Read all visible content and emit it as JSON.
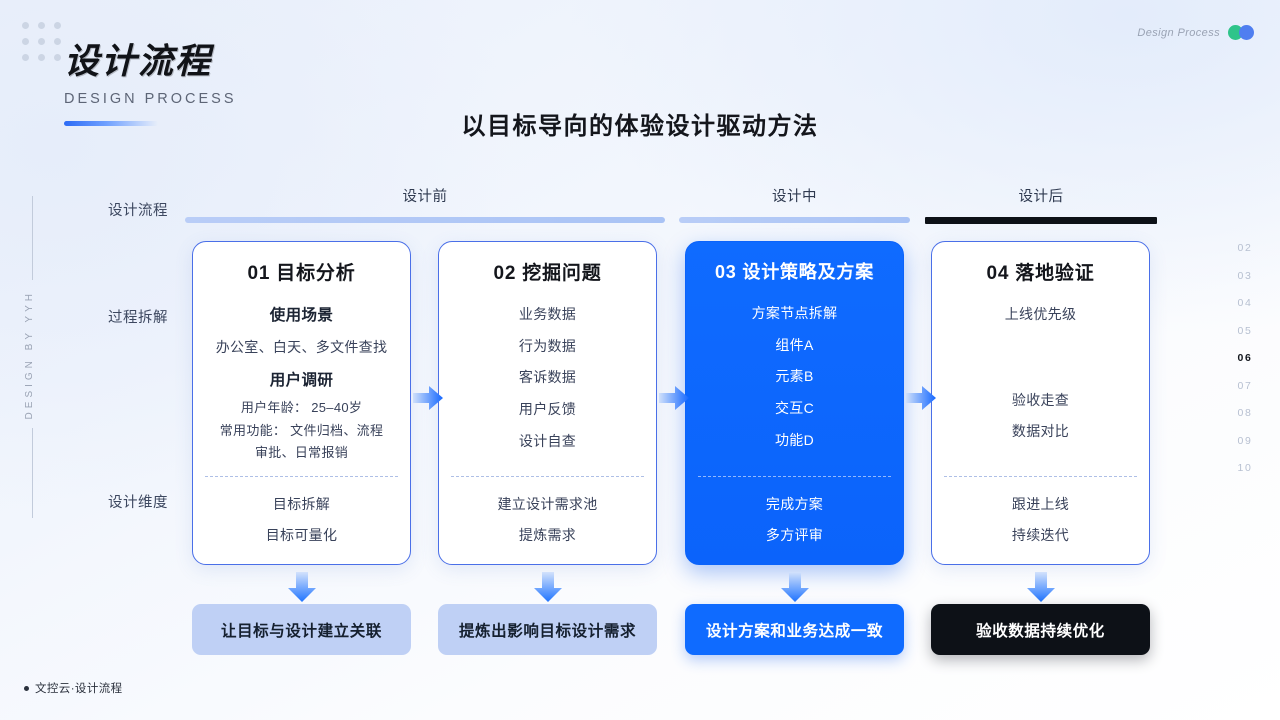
{
  "brand": {
    "title_cn": "设计流程",
    "title_en": "DESIGN PROCESS",
    "corner_tag": "Design Process",
    "accent_green": "#2fc48a",
    "accent_blue": "#4f7ef0"
  },
  "headline": "以目标导向的体验设计驱动方法",
  "rail": {
    "vertical_text": "DESIGN BY YYH"
  },
  "row_labels": {
    "flow": "设计流程",
    "breakdown": "过程拆解",
    "dimension": "设计维度"
  },
  "phases": [
    {
      "name": "设计前",
      "style": "light"
    },
    {
      "name": "设计中",
      "style": "light"
    },
    {
      "name": "设计后",
      "style": "dark"
    }
  ],
  "cards": [
    {
      "title": "01 目标分析",
      "accent": false,
      "sections": [
        {
          "type": "strong",
          "text": "使用场景"
        },
        {
          "type": "line",
          "text": "办公室、白天、多文件查找"
        },
        {
          "type": "strong",
          "text": "用户调研"
        },
        {
          "type": "line_sm",
          "text": "用户年龄： 25–40岁"
        },
        {
          "type": "line_sm",
          "text": "常用功能： 文件归档、流程"
        },
        {
          "type": "line_sm",
          "text": "审批、日常报销"
        }
      ],
      "footer_items": [
        "目标拆解",
        "目标可量化"
      ]
    },
    {
      "title": "02 挖掘问题",
      "accent": false,
      "sections": [
        {
          "type": "line",
          "text": "业务数据"
        },
        {
          "type": "line",
          "text": "行为数据"
        },
        {
          "type": "line",
          "text": "客诉数据"
        },
        {
          "type": "line",
          "text": "用户反馈"
        },
        {
          "type": "line",
          "text": "设计自查"
        }
      ],
      "footer_items": [
        "建立设计需求池",
        "提炼需求"
      ]
    },
    {
      "title": "03 设计策略及方案",
      "accent": true,
      "sections": [
        {
          "type": "line",
          "text": "方案节点拆解"
        },
        {
          "type": "line",
          "text": "组件A"
        },
        {
          "type": "line",
          "text": "元素B"
        },
        {
          "type": "line",
          "text": "交互C"
        },
        {
          "type": "line",
          "text": "功能D"
        }
      ],
      "footer_items": [
        "完成方案",
        "多方评审"
      ]
    },
    {
      "title": "04 落地验证",
      "accent": false,
      "sections": [
        {
          "type": "line",
          "text": "上线优先级"
        },
        {
          "type": "gap",
          "text": ""
        },
        {
          "type": "line",
          "text": "验收走查"
        },
        {
          "type": "line",
          "text": "数据对比"
        }
      ],
      "footer_items": [
        "跟进上线",
        "持续迭代"
      ]
    }
  ],
  "pills": [
    {
      "text": "让目标与设计建立关联",
      "style": "soft"
    },
    {
      "text": "提炼出影响目标设计需求",
      "style": "soft"
    },
    {
      "text": "设计方案和业务达成一致",
      "style": "blue"
    },
    {
      "text": "验收数据持续优化",
      "style": "dark"
    }
  ],
  "page_numbers": {
    "items": [
      "02",
      "03",
      "04",
      "05",
      "06",
      "07",
      "08",
      "09",
      "10"
    ],
    "current": "06"
  },
  "footer": {
    "text": "文控云·设计流程"
  }
}
